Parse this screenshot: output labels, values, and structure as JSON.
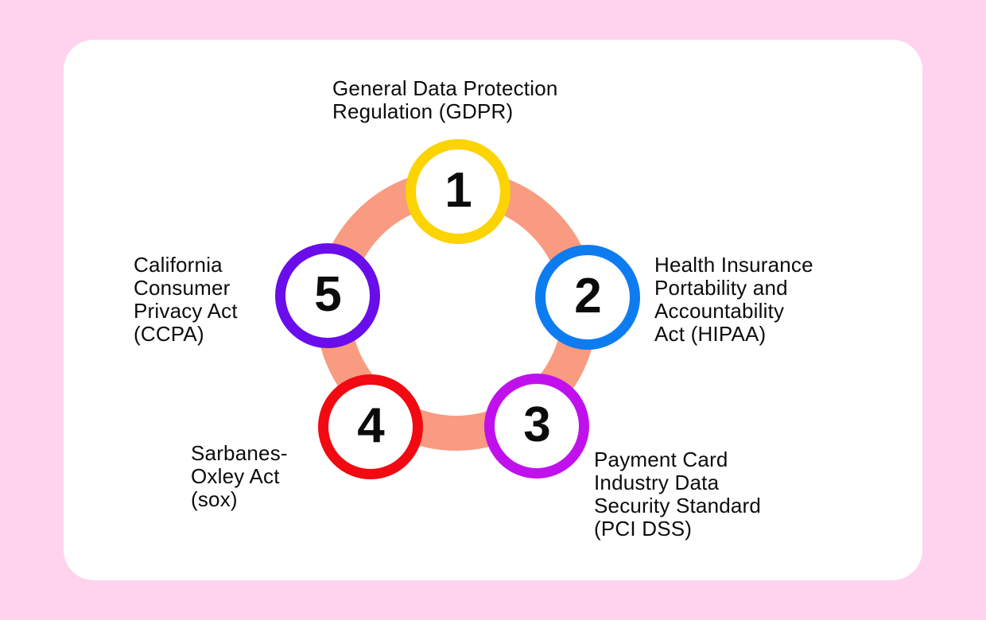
{
  "palette": {
    "page_bg": "#FFD3EE",
    "card_bg": "#FFFFFF",
    "ring": "#F89B80",
    "number_color": "#0B0B0B",
    "label_color": "#0C0C0C"
  },
  "diagram": {
    "type": "cycle-of-5-regulations",
    "items": [
      {
        "number": "1",
        "color": "#FCD303",
        "label_lines": [
          "General Data Protection",
          "Regulation (GDPR)"
        ]
      },
      {
        "number": "2",
        "color": "#0E7CF1",
        "label_lines": [
          "Health Insurance",
          "Portability and",
          "Accountability",
          "Act (HIPAA)"
        ]
      },
      {
        "number": "3",
        "color": "#C011ED",
        "label_lines": [
          "Payment Card",
          "Industry Data",
          "Security Standard",
          "(PCI DSS)"
        ]
      },
      {
        "number": "4",
        "color": "#F20911",
        "label_lines": [
          "Sarbanes-",
          "Oxley Act",
          "(sox)"
        ]
      },
      {
        "number": "5",
        "color": "#690DEB",
        "label_lines": [
          "California",
          "Consumer",
          "Privacy Act",
          "(CCPA)"
        ]
      }
    ]
  }
}
